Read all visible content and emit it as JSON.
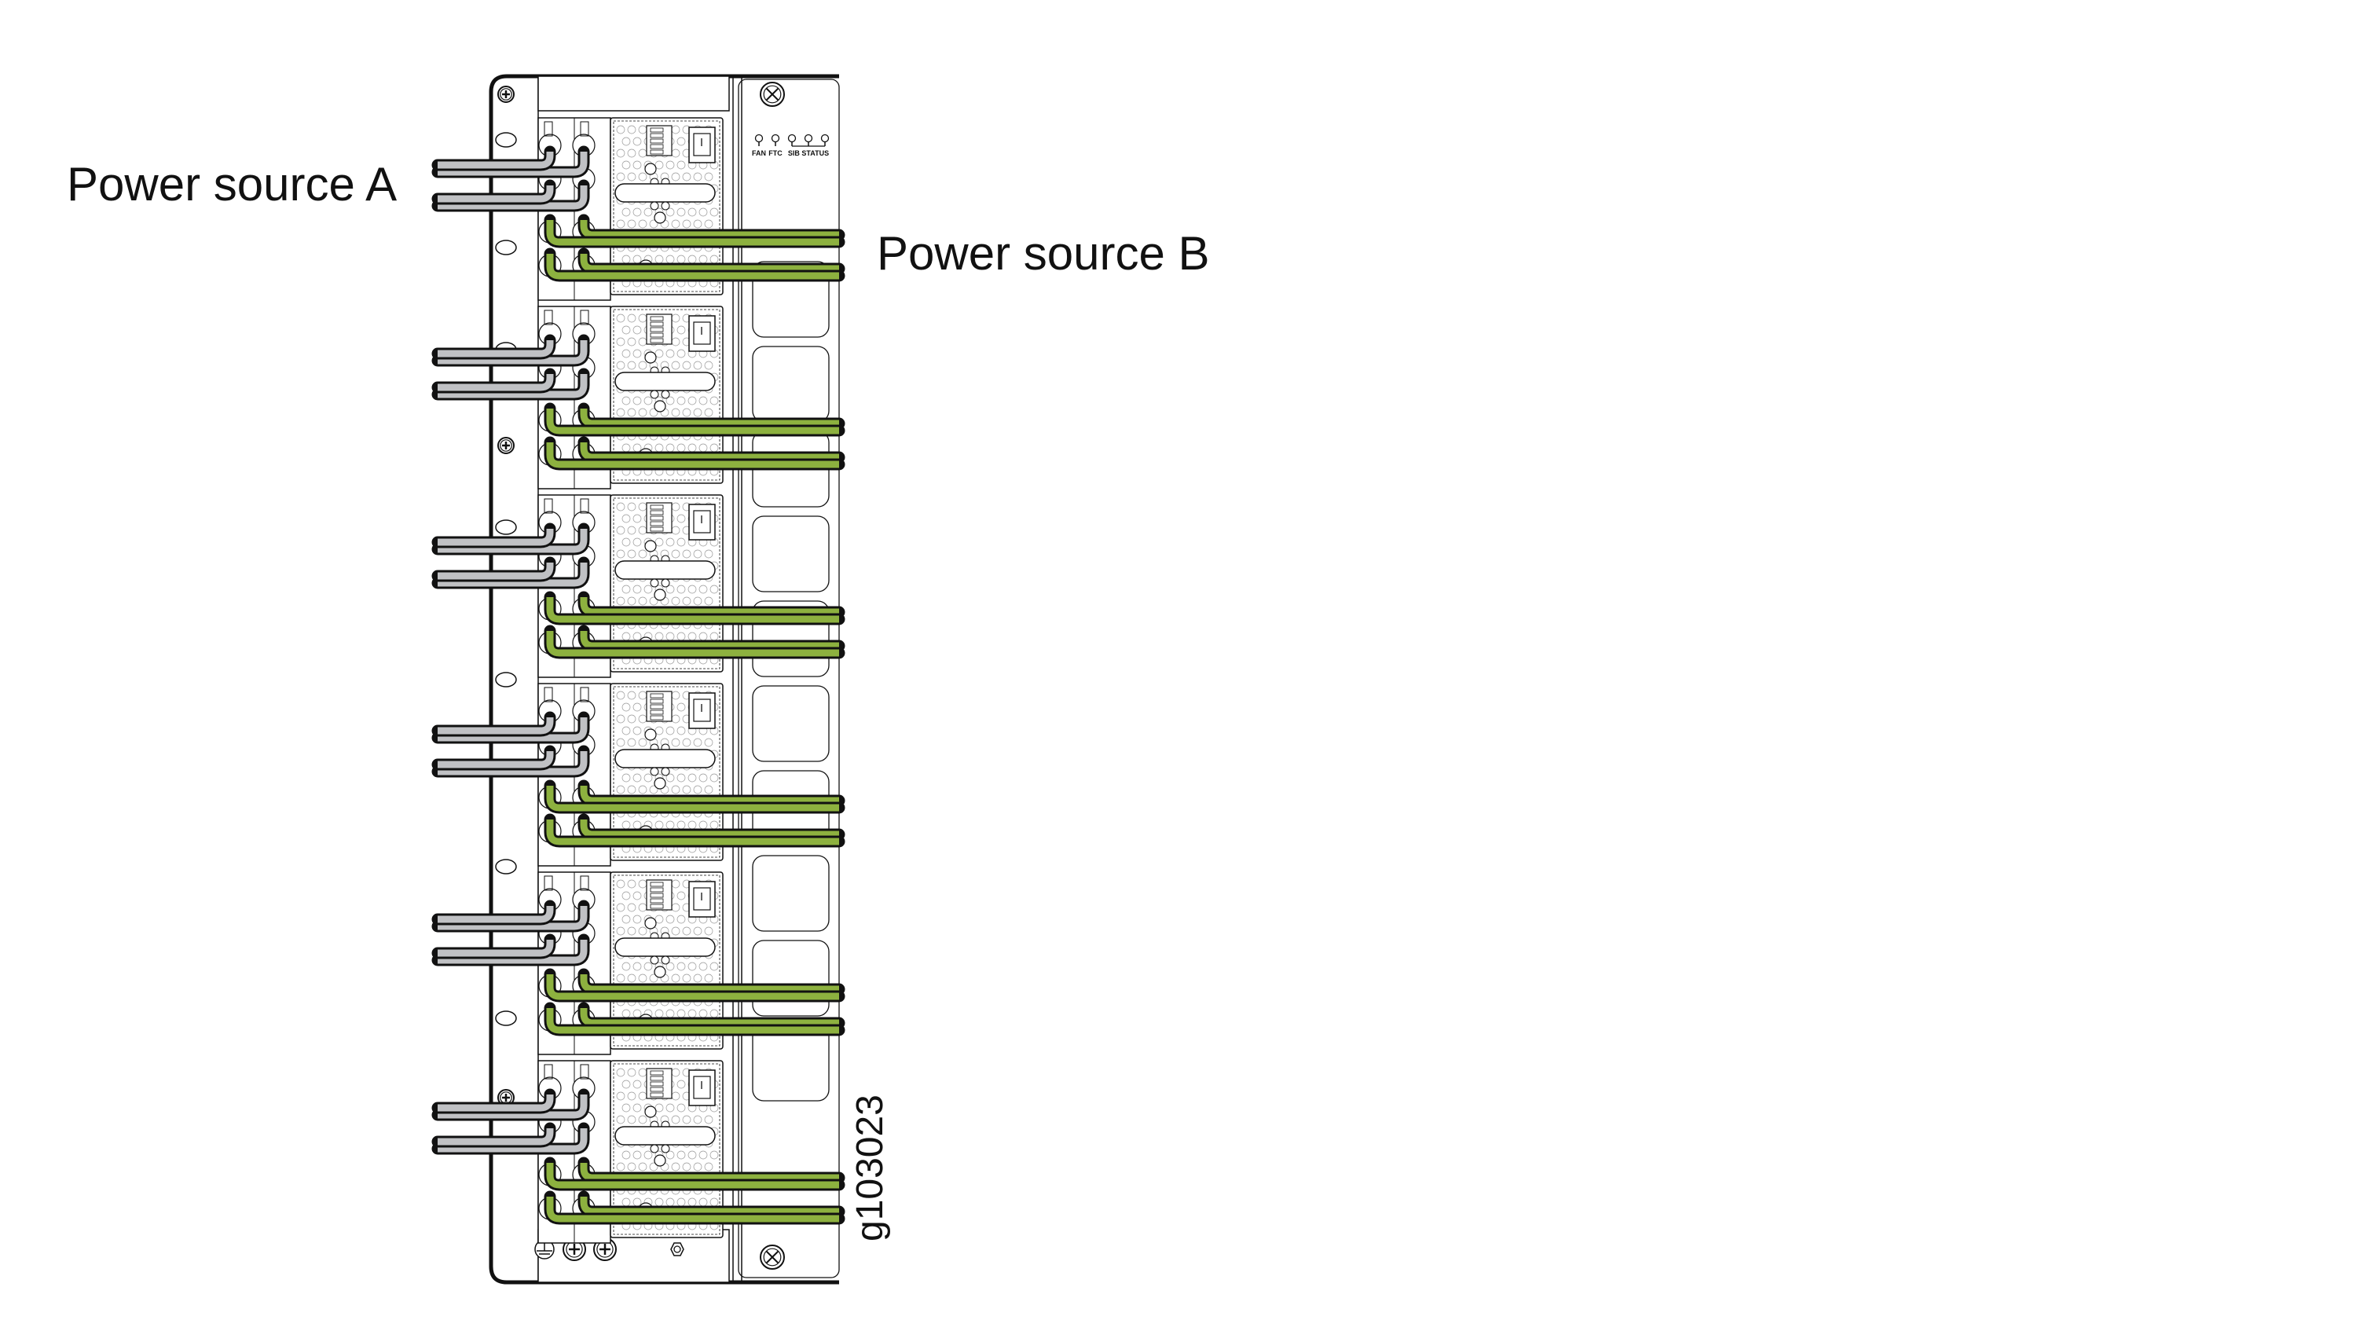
{
  "labels": {
    "power_source_a": "Power source A",
    "power_source_b": "Power source B",
    "figure_id": "g103023"
  },
  "status_panel": {
    "led_labels": [
      "FAN",
      "FTC",
      "SIB STATUS"
    ]
  },
  "power_supply_count": 6,
  "colors": {
    "source_a_cable": "#c0c1c4",
    "source_b_cable": "#8db13f",
    "outline": "#111111"
  }
}
